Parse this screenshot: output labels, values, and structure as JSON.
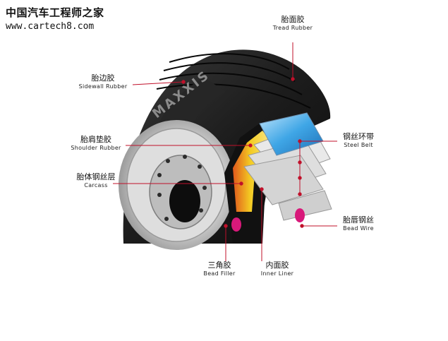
{
  "watermark": {
    "line1": "中国汽车工程师之家",
    "line2": "www.cartech8.com"
  },
  "tire_brand": "MAXXIS",
  "labels": {
    "tread": {
      "zh": "胎面胶",
      "en": "Tread Rubber"
    },
    "sidewall": {
      "zh": "胎边胶",
      "en": "Sidewall Rubber"
    },
    "shoulder": {
      "zh": "胎肩垫胶",
      "en": "Shoulder Rubber"
    },
    "carcass": {
      "zh": "胎体钢丝层",
      "en": "Carcass"
    },
    "steel": {
      "zh": "钢丝环带",
      "en": "Steel Belt"
    },
    "bead": {
      "zh": "胎唇钢丝",
      "en": "Bead Wire"
    },
    "filler": {
      "zh": "三角胶",
      "en": "Bead Filler"
    },
    "liner": {
      "zh": "内面胶",
      "en": "Inner Liner"
    }
  },
  "colors": {
    "leader": "#c0102a",
    "tire": "#1b1b1b",
    "belt": "#3fa6e6",
    "filler": "#f2c61a"
  }
}
